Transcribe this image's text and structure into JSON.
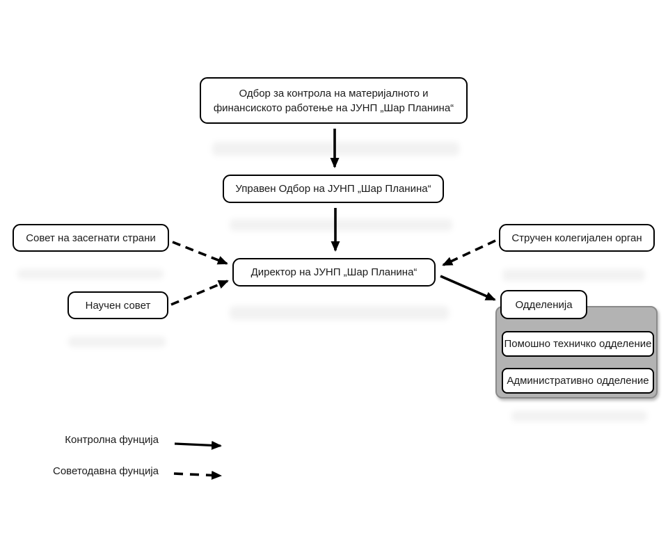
{
  "diagram": {
    "boxes": {
      "control_board": {
        "line1": "Одбор за контрола  на материјалното и",
        "line2": "финансиското работење на ЈУНП „Шар Планина“"
      },
      "management_board": {
        "label": "Управен Одбор на ЈУНП „Шар Планина“"
      },
      "director": {
        "label": "Директор на ЈУНП „Шар Планина“"
      },
      "stakeholder_council": {
        "label": "Совет на засегнати страни"
      },
      "scientific_council": {
        "label": "Научен совет"
      },
      "expert_collegial_body": {
        "label": "Стручен колегијален орган"
      },
      "departments": {
        "label": "Одделенија"
      },
      "technical_department": {
        "label": "Помошно техничко одделение"
      },
      "administrative_department": {
        "label": "Административно одделение"
      }
    },
    "legend": {
      "control_function": "Контролна фунција",
      "advisory_function": "Советодавна фунција"
    },
    "colors": {
      "box_border": "#000000",
      "box_fill": "#ffffff",
      "group_fill": "#b3b3b3",
      "group_border": "#8a8a8a",
      "arrow_color": "#000000"
    }
  }
}
